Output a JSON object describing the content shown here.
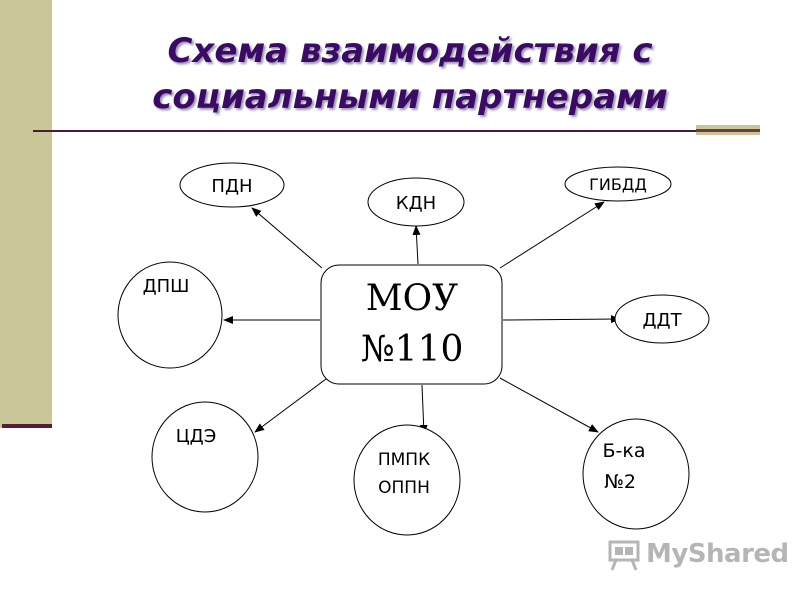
{
  "title": {
    "line1": "Схема взаимодействия с",
    "line2": "социальными партнерами"
  },
  "center": {
    "line1": "МОУ",
    "line2": "№110"
  },
  "nodes": {
    "pdn": "ПДН",
    "kdn": "КДН",
    "gibdd": "ГИБДД",
    "dpsh": "ДПШ",
    "ddt": "ДДТ",
    "tsde": "ЦДЭ",
    "pmpk": {
      "line1": "ПМПК",
      "line2": "ОППН"
    },
    "library": {
      "line1": "Б-ка",
      "line2": "№2"
    }
  },
  "watermark": {
    "text": "MyShared"
  },
  "colors": {
    "title": "#3a0a66",
    "sidebar": "#c9c697",
    "accent_line": "#4a1a3a"
  }
}
